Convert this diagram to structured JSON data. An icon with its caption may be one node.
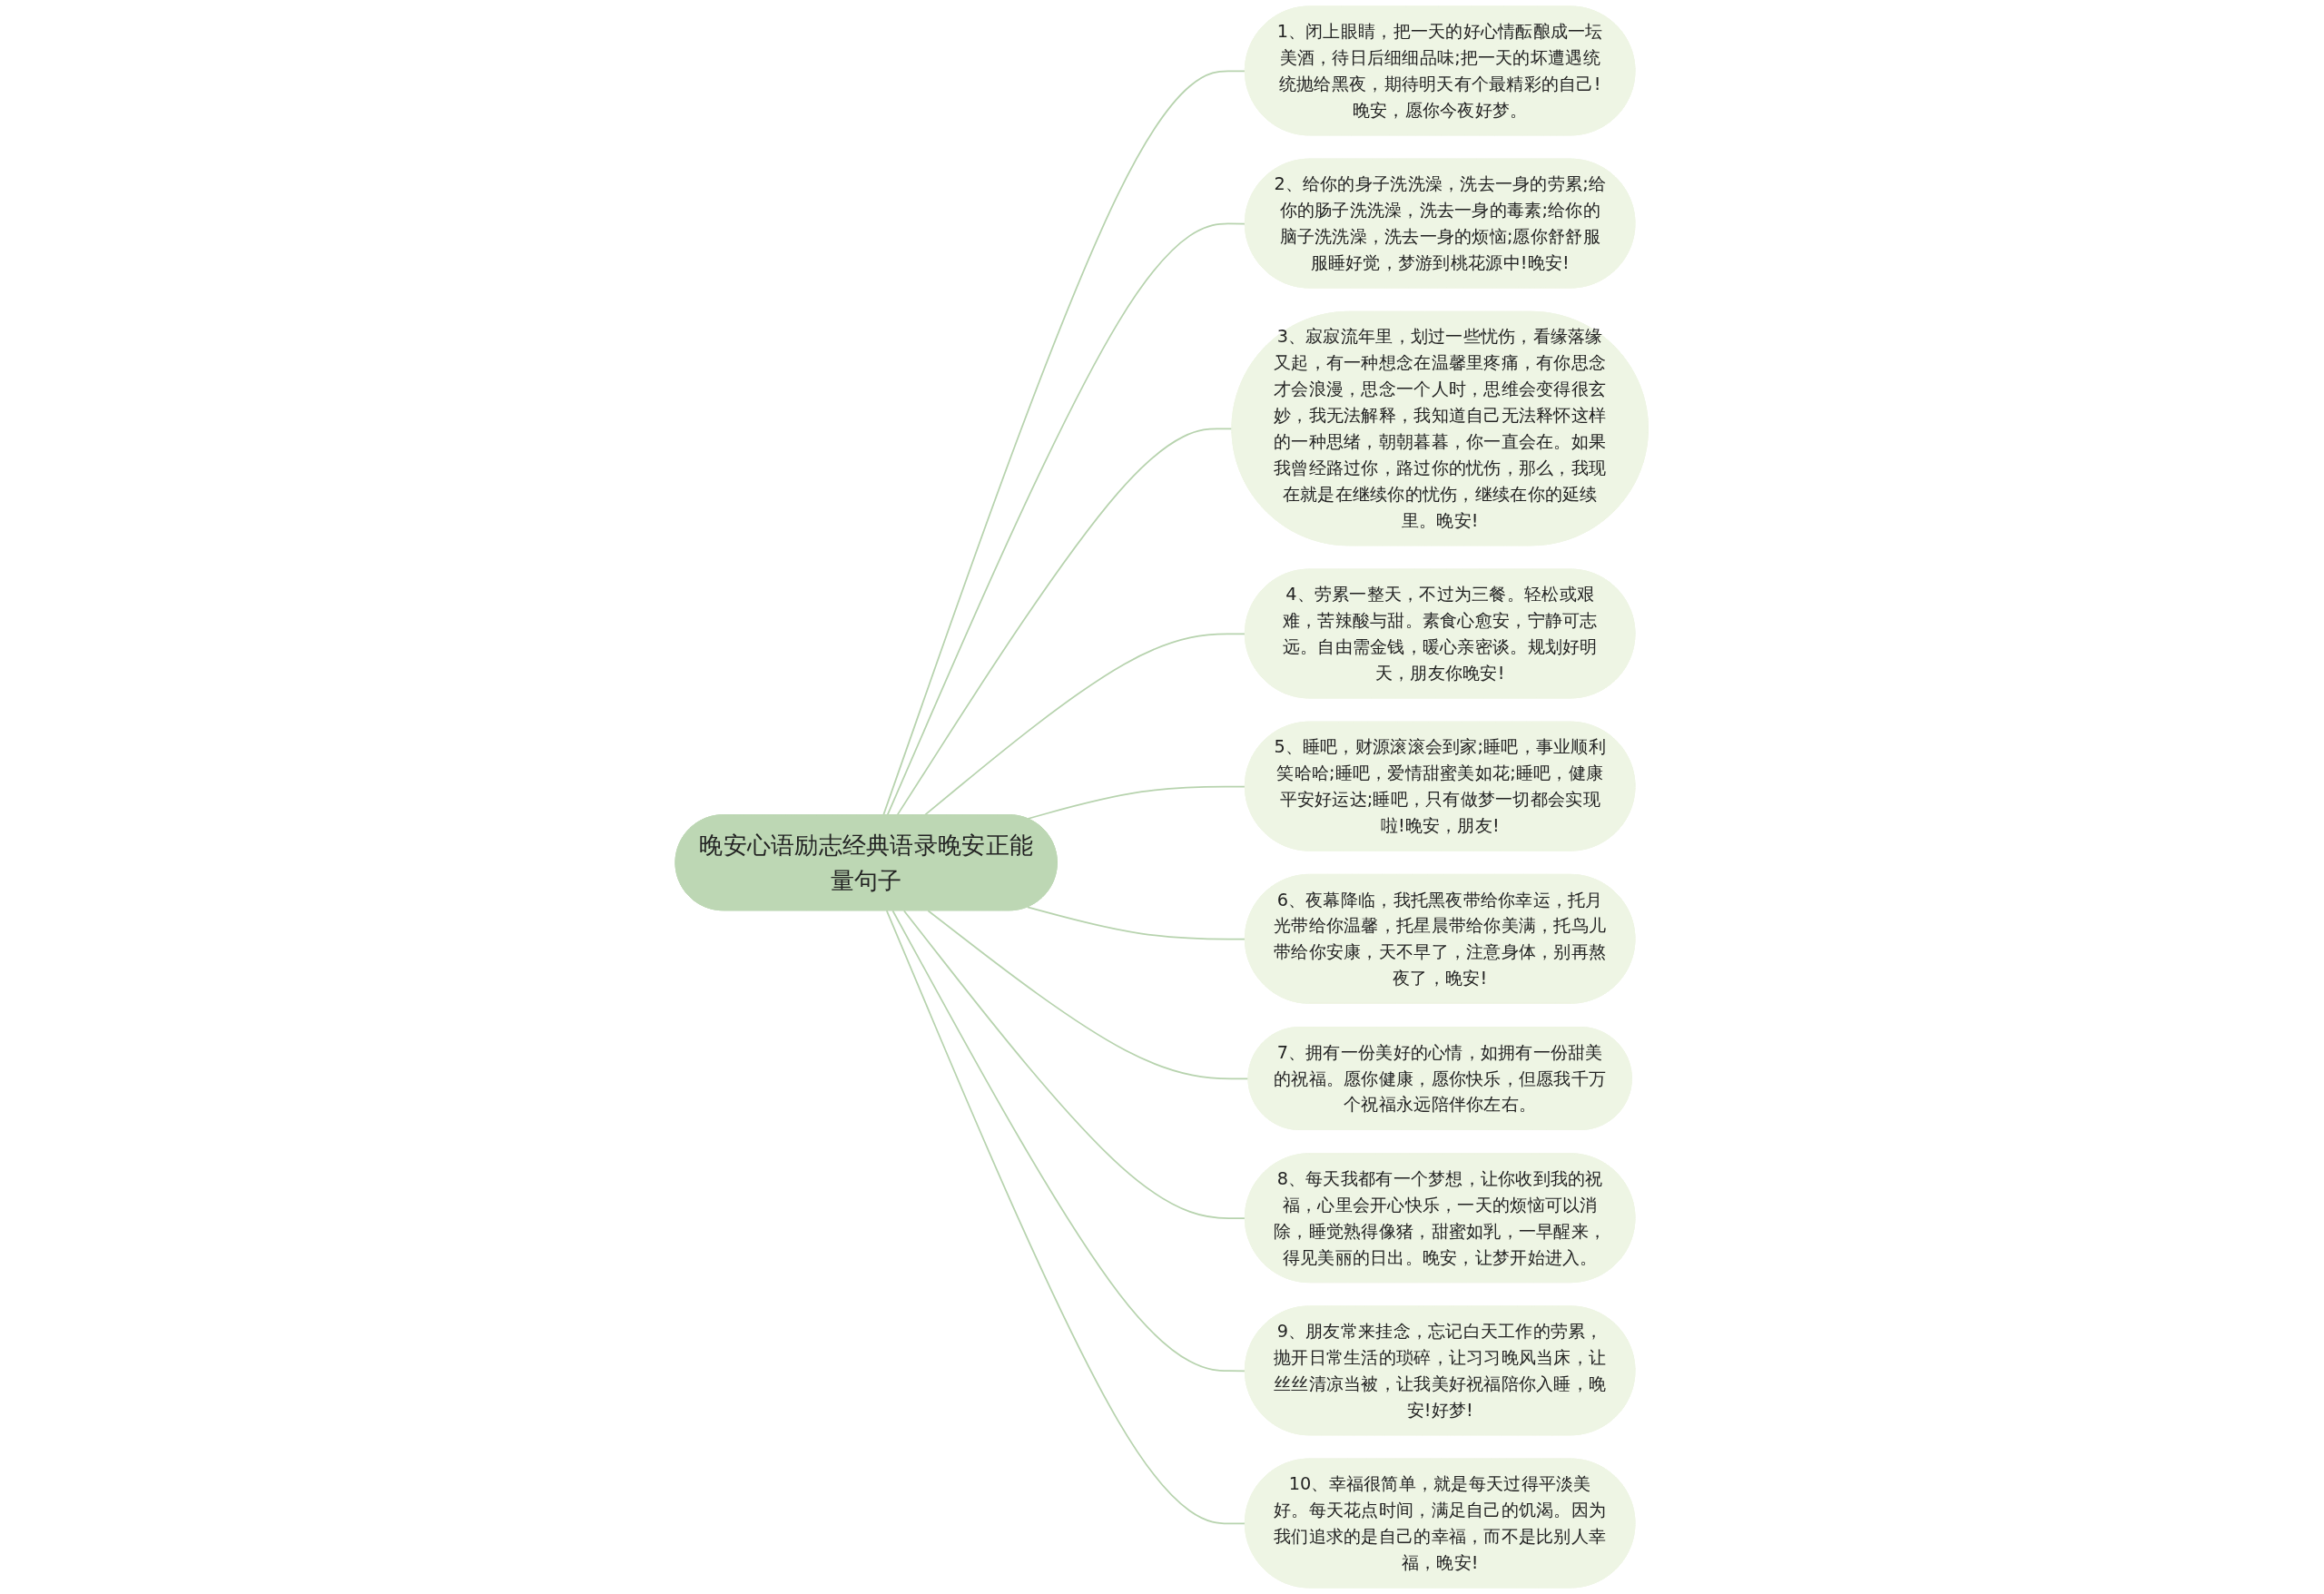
{
  "diagram": {
    "nodes": [
      {
        "text": [
          "晚安心语励志经典语录晚安正能量句子"
        ]
      },
      {
        "text": [
          "1、闭上眼睛，把一天的好心情酝酿成一坛美酒，待日后细细品味;把一天的坏遭遇统统抛给黑夜，期待明天有个最精彩的自己!晚安，愿你今夜好梦。"
        ]
      },
      {
        "text": [
          "2、给你的身子洗洗澡，洗去一身的劳累;给你的肠子洗洗澡，洗去一身的毒素;给你的脑子洗洗澡，洗去一身的烦恼;愿你舒舒服服睡好觉，梦游到桃花源中!晚安!"
        ]
      },
      {
        "text": [
          "3、寂寂流年里，划过一些忧伤，看缘落缘又起，有一种想念在温馨里疼痛，有你思念才会浪漫，思念一个人时，思维会变得很玄妙，我无法解释，我知道自己无法释怀这样的一种思绪，朝朝暮暮，你一直会在。如果我曾经路过你，路过你的忧伤，那么，我现在就是在继续你的忧伤，继续在你的延续里。晚安!"
        ]
      },
      {
        "text": [
          "4、劳累一整天，不过为三餐。轻松或艰难，苦辣酸与甜。素食心愈安，宁静可志远。自由需金钱，暖心亲密谈。规划好明天，朋友你晚安!"
        ]
      },
      {
        "text": [
          "5、睡吧，财源滚滚会到家;睡吧，事业顺利笑哈哈;睡吧，爱情甜蜜美如花;睡吧，健康平安好运达;睡吧，只有做梦一切都会实现啦!晚安，朋友!"
        ]
      },
      {
        "text": [
          "6、夜幕降临，我托黑夜带给你幸运，托月光带给你温馨，托星晨带给你美满，托鸟儿带给你安康，天不早了，注意身体，别再熬夜了，晚安!"
        ]
      },
      {
        "text": [
          "7、拥有一份美好的心情，如拥有一份甜美的祝福。愿你健康，愿你快乐，但愿我千万个祝福永远陪伴你左右。"
        ]
      },
      {
        "text": [
          "8、每天我都有一个梦想，让你收到我的祝福，心里会开心快乐，一天的烦恼可以消除，睡觉熟得像猪，甜蜜如乳，一早醒来，得见美丽的日出。晚安，让梦开始进入。"
        ]
      },
      {
        "text": [
          "9、朋友常来挂念，忘记白天工作的劳累，抛开日常生活的琐碎，让习习晚风当床，让丝丝清凉当被，让我美好祝福陪你入睡，晚安!好梦!"
        ]
      },
      {
        "text": [
          "10、幸福很简单，就是每天过得平淡美好。每天花点时间，满足自己的饥渴。因为我们追求的是自己的幸福，而不是比别人幸福，晚安!"
        ]
      }
    ],
    "edges": [
      {
        "from": 0,
        "to": 1,
        "arrow": "none"
      },
      {
        "from": 0,
        "to": 2,
        "arrow": "none"
      },
      {
        "from": 0,
        "to": 3,
        "arrow": "none"
      },
      {
        "from": 0,
        "to": 4,
        "arrow": "none"
      },
      {
        "from": 0,
        "to": 5,
        "arrow": "none"
      },
      {
        "from": 0,
        "to": 6,
        "arrow": "none"
      },
      {
        "from": 0,
        "to": 7,
        "arrow": "none"
      },
      {
        "from": 0,
        "to": 8,
        "arrow": "none"
      },
      {
        "from": 0,
        "to": 9,
        "arrow": "none"
      },
      {
        "from": 0,
        "to": 10,
        "arrow": "none"
      }
    ]
  }
}
